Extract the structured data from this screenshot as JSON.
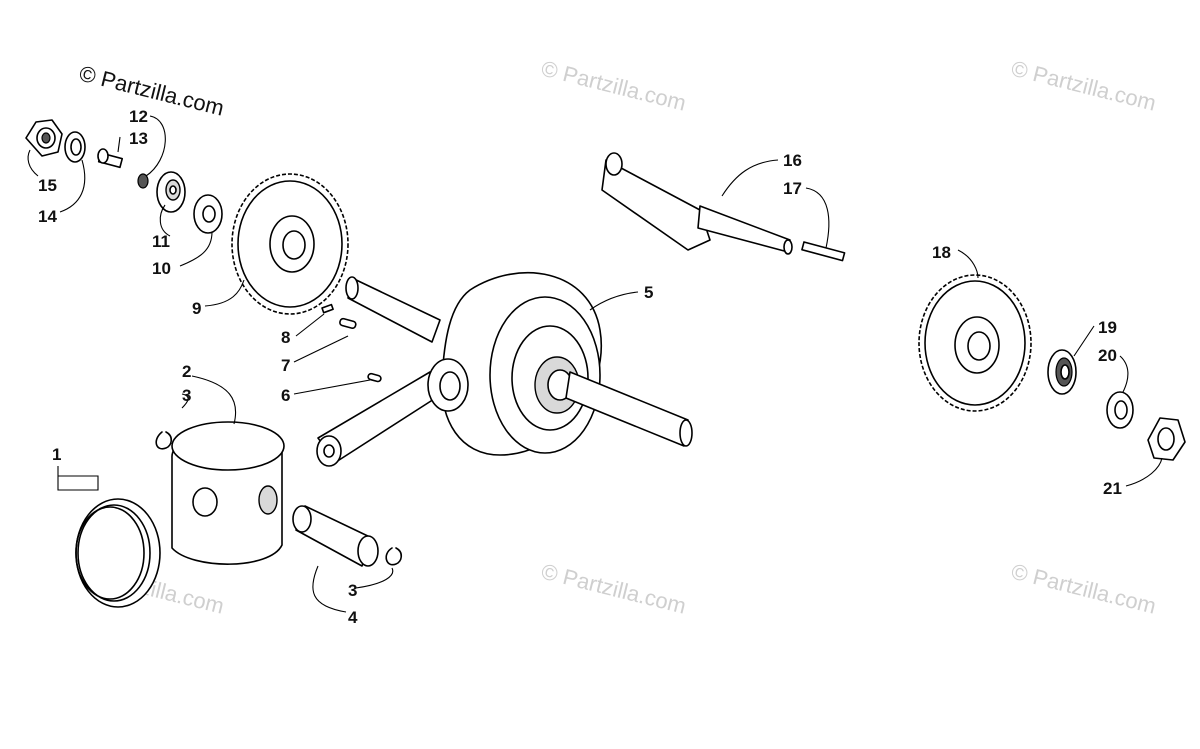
{
  "watermarks": {
    "main": "© Partzilla.com",
    "faded": "© Partzilla.com"
  },
  "callouts": {
    "c1": "1",
    "c2": "2",
    "c3a": "3",
    "c3b": "3",
    "c4": "4",
    "c5": "5",
    "c6": "6",
    "c7": "7",
    "c8": "8",
    "c9": "9",
    "c10": "10",
    "c11": "11",
    "c12": "12",
    "c13": "13",
    "c14": "14",
    "c15": "15",
    "c16": "16",
    "c17": "17",
    "c18": "18",
    "c19": "19",
    "c20": "20",
    "c21": "21"
  },
  "colors": {
    "line": "#000000",
    "watermark": "#cfcfcf",
    "background": "#ffffff"
  }
}
